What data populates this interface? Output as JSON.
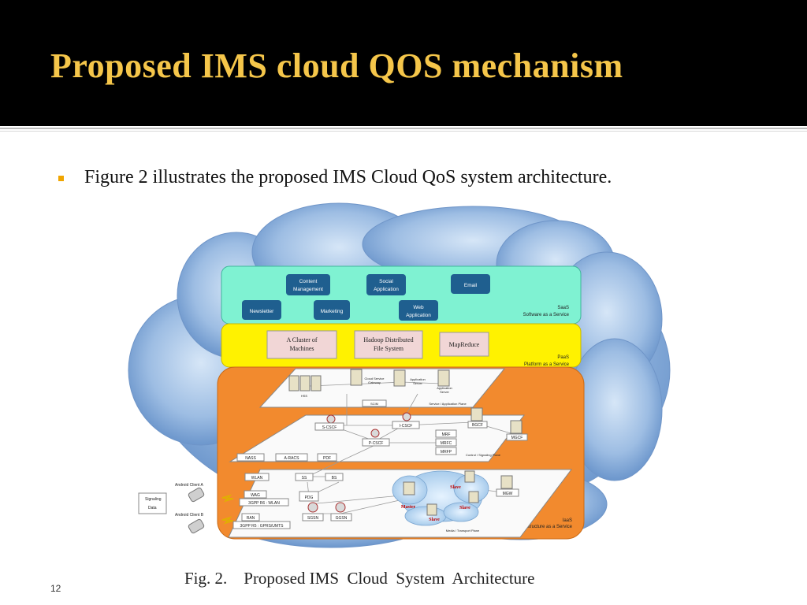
{
  "slide": {
    "title": "Proposed IMS cloud QOS mechanism",
    "bullet": "Figure 2 illustrates the proposed IMS Cloud QoS system architecture.",
    "caption": "Fig. 2.    Proposed IMS  Cloud  System  Architecture",
    "page_number": "12"
  },
  "colors": {
    "header_bg": "#000000",
    "title": "#f5c64a",
    "bullet": "#f0a500",
    "cloud": "#7fa6d6",
    "saas_layer": "#7ff2d2",
    "paas_layer": "#fff200",
    "iaas_layer": "#f28a2e",
    "service_box": "#1f5f8f"
  },
  "diagram": {
    "saas": {
      "label_1": "SaaS",
      "label_2": "Software as a Service",
      "services": {
        "content_management": [
          "Content",
          "Management"
        ],
        "social_application": [
          "Social",
          "Application"
        ],
        "email": [
          "Email"
        ],
        "newsletter": [
          "Newsletter"
        ],
        "marketing": [
          "Marketing"
        ],
        "web_application": [
          "Web",
          "Application"
        ]
      }
    },
    "paas": {
      "label_1": "PaaS",
      "label_2": "Platform as a Service",
      "boxes": {
        "cluster": [
          "A  Cluster of",
          "Machines"
        ],
        "hadoop": [
          "Hadoop Distributed",
          "File System"
        ],
        "mapreduce": [
          "MapReduce"
        ]
      }
    },
    "iaas": {
      "label_1": "IaaS",
      "label_2": "Infrastructure as a Service",
      "service_plane": {
        "label": "Service / Application Plane",
        "hss": "HSS",
        "scim": "SCIM",
        "cloud_gateway": [
          "Cloud Service",
          "Gateway"
        ],
        "app_server_1": [
          "Application",
          "Server"
        ],
        "app_server_2": [
          "Application",
          "Server"
        ]
      },
      "control_plane": {
        "label": "Control / Signaling Plane",
        "s_cscf": "S-CSCF",
        "i_cscf": "I-CSCF",
        "p_cscf": "P-CSCF",
        "bgcf": "BGCF",
        "mgcf": "MGCF",
        "mrf": "MRF",
        "mrfc": "MRFC",
        "mrfp": "MRFP",
        "nass": "NASS",
        "a_racs": "A-RACS",
        "pdf": "PDF"
      },
      "transport_plane": {
        "label": "Media / Transport Plane",
        "wlan": "WLAN",
        "ss": "SS",
        "bs": "BS",
        "wag": "WAG",
        "pdg": "PDG",
        "three_gpp_wlan": "3GPP R6 : WLAN",
        "ran": "RAN",
        "sgsn": "SGSN",
        "ggsn": "GGSN",
        "three_gpp_gprs": "3GPP R5 : GPRS/UMTS",
        "mgw": "MGW",
        "master": "Master",
        "slave_1": "Slave",
        "slave_2": "Slave",
        "slave_3": "Slave"
      }
    },
    "clients": {
      "client_a": "Android Client A",
      "client_b": "Android Client B",
      "legend_signaling": "Signaling",
      "legend_data": "Data"
    }
  }
}
